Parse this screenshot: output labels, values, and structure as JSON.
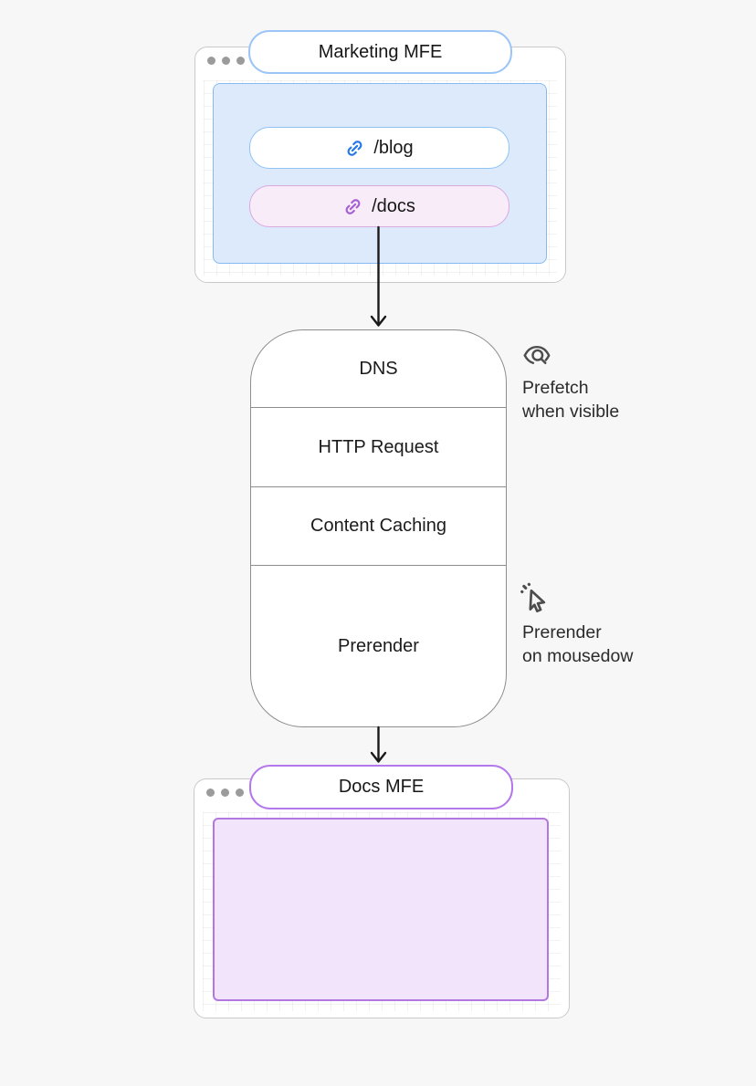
{
  "marketing_window": {
    "title": "Marketing MFE",
    "links": [
      {
        "label": "/blog",
        "icon": "link-icon",
        "accent": "#2477e6"
      },
      {
        "label": "/docs",
        "icon": "link-icon",
        "accent": "#a55fd2"
      }
    ]
  },
  "pipeline": {
    "stages": [
      "DNS",
      "HTTP Request",
      "Content Caching",
      "Prerender"
    ]
  },
  "annotations": {
    "prefetch": {
      "icon": "eye-search-icon",
      "lines": [
        "Prefetch",
        "when visible"
      ]
    },
    "prerender": {
      "icon": "cursor-click-icon",
      "lines": [
        "Prerender",
        "on mousedow"
      ]
    }
  },
  "docs_window": {
    "title": "Docs MFE"
  },
  "colors": {
    "page_bg": "#f7f7f7",
    "window_border": "#c9c9c9",
    "blue_panel_bg": "#dceafc",
    "blue_panel_border": "#87baf0",
    "marketing_pill_border": "#9cc5f7",
    "blog_pill_border": "#8ec3f4",
    "blog_link_blue": "#2477e6",
    "docs_pill_bg": "#f8ecf9",
    "docs_pill_border": "#d9aade",
    "docs_link_purple": "#a55fd2",
    "docs_title_border": "#b478ec",
    "purple_panel_bg": "#f2e4fa",
    "purple_panel_border": "#b278e0",
    "pipeline_border": "#8d8d8d",
    "arrow": "#1a1a1a",
    "icon_gray": "#4d4d4d"
  }
}
